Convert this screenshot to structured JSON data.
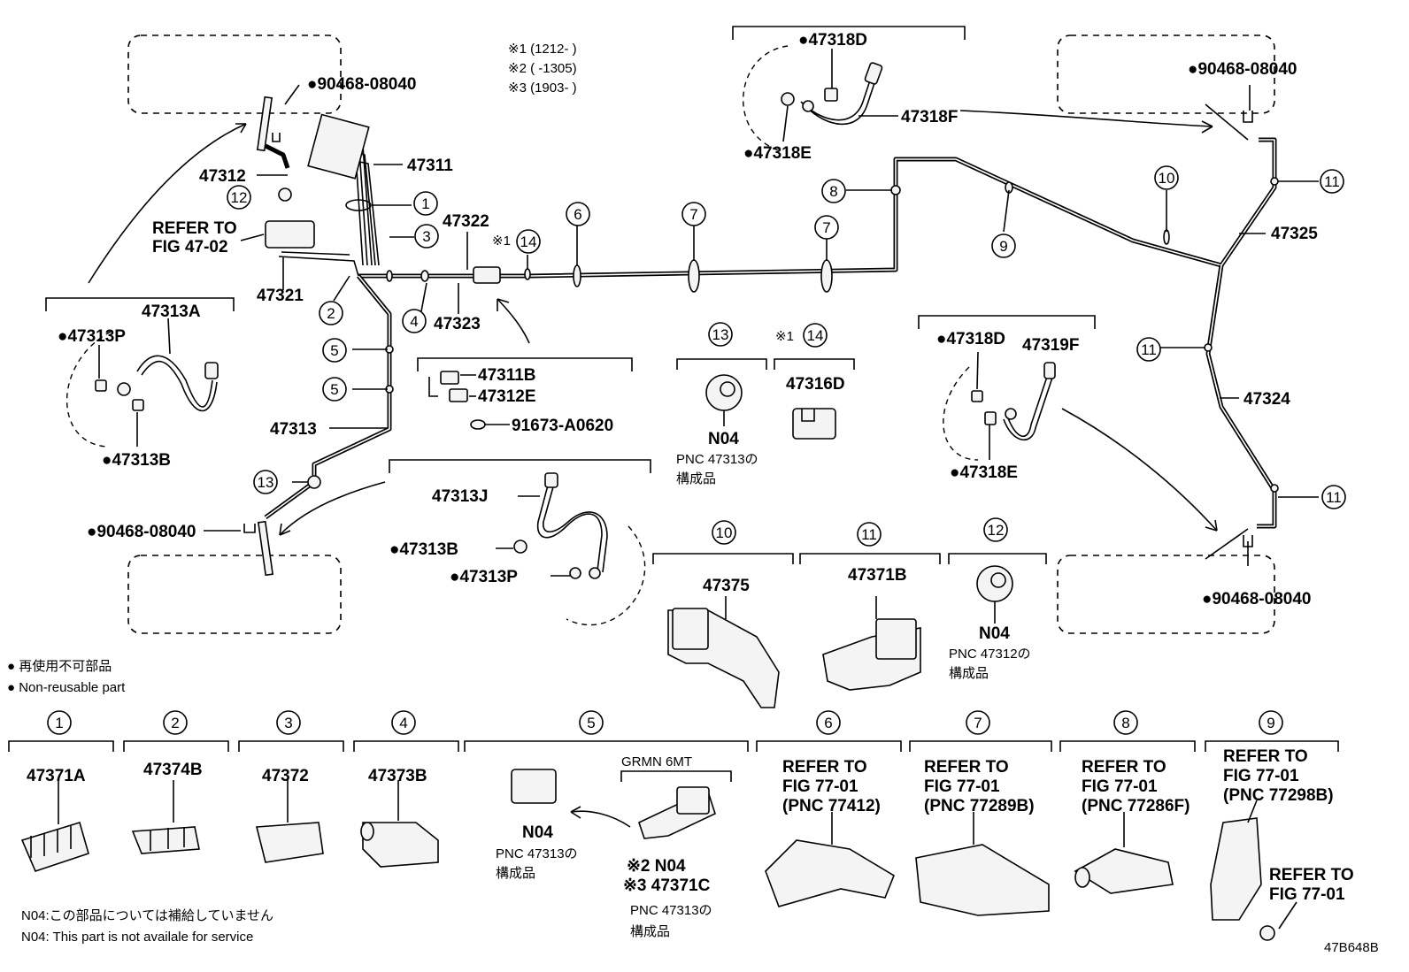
{
  "notes": {
    "serial_1": "※1 (1212-     )",
    "serial_2": "※2 (     -1305)",
    "serial_3": "※3 (1903-     )",
    "legend_jp": "● 再使用不可部品",
    "legend_en": "● Non-reusable part",
    "n04_jp": "N04:この部品については補給していません",
    "n04_en": "N04: This part is not availale for service",
    "fig_code": "47B648B"
  },
  "labels": {
    "p90468_tl": "●90468-08040",
    "p90468_tr": "●90468-08040",
    "p90468_bl": "●90468-08040",
    "p90468_br": "●90468-08040",
    "p47312": "47312",
    "p47311": "47311",
    "refer_1": "REFER TO",
    "refer_2": "FIG 47-02",
    "p47321": "47321",
    "p47322": "47322",
    "p47323": "47323",
    "p47313": "47313",
    "p47313A": "47313A",
    "p47313P_l": "●47313P",
    "p47313B_l": "●47313B",
    "p47311B": "47311B",
    "p47312E": "47312E",
    "p91673": "91673-A0620",
    "p47313J": "47313J",
    "p47313B_c": "●47313B",
    "p47313P_c": "●47313P",
    "p47318D_t": "●47318D",
    "p47318F": "47318F",
    "p47318E_t": "●47318E",
    "p47325": "47325",
    "p47324": "47324",
    "p47318D_r": "●47318D",
    "p47319F": "47319F",
    "p47318E_r": "●47318E",
    "n04_13": "N04",
    "pnc_13a": "PNC 47313の",
    "pnc_13b": "構成品",
    "p47316D": "47316D",
    "p47375": "47375",
    "p47371B": "47371B",
    "n04_12": "N04",
    "pnc_12a": "PNC 47312の",
    "pnc_12b": "構成品",
    "star1": "※1"
  },
  "bottom": {
    "b1": "47371A",
    "b2": "47374B",
    "b3": "47372",
    "b4": "47373B",
    "b5_n04": "N04",
    "b5_pnc_a": "PNC 47313の",
    "b5_pnc_b": "構成品",
    "b5_grmn": "GRMN 6MT",
    "b5_n04b": "※2 N04",
    "b5_47371C": "※3 47371C",
    "b5_pnc2_a": "PNC 47313の",
    "b5_pnc2_b": "構成品",
    "b6_1": "REFER TO",
    "b6_2": "FIG 77-01",
    "b6_3": "(PNC 77412)",
    "b7_1": "REFER TO",
    "b7_2": "FIG 77-01",
    "b7_3": "(PNC 77289B)",
    "b8_1": "REFER TO",
    "b8_2": "FIG 77-01",
    "b8_3": "(PNC 77286F)",
    "b9_1": "REFER TO",
    "b9_2": "FIG 77-01",
    "b9_3": "(PNC 77298B)",
    "b9_4": "REFER TO",
    "b9_5": "FIG 77-01"
  },
  "circles": [
    "1",
    "2",
    "3",
    "4",
    "5",
    "6",
    "7",
    "8",
    "9",
    "10",
    "11",
    "12",
    "13",
    "14"
  ]
}
